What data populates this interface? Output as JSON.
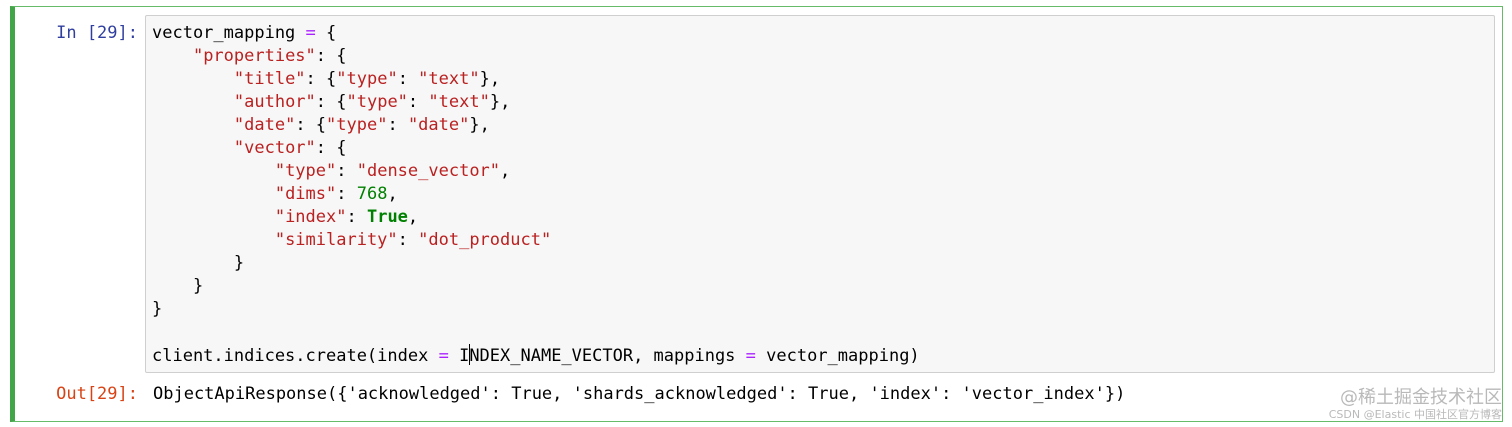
{
  "cell": {
    "in_prompt": "In [29]:",
    "out_prompt": "Out[29]:",
    "code_lines": [
      [
        [
          "plain",
          "vector_mapping "
        ],
        [
          "op",
          "="
        ],
        [
          "plain",
          " {"
        ]
      ],
      [
        [
          "plain",
          "    "
        ],
        [
          "str",
          "\"properties\""
        ],
        [
          "plain",
          ": {"
        ]
      ],
      [
        [
          "plain",
          "        "
        ],
        [
          "str",
          "\"title\""
        ],
        [
          "plain",
          ": {"
        ],
        [
          "str",
          "\"type\""
        ],
        [
          "plain",
          ": "
        ],
        [
          "str",
          "\"text\""
        ],
        [
          "plain",
          "},"
        ]
      ],
      [
        [
          "plain",
          "        "
        ],
        [
          "str",
          "\"author\""
        ],
        [
          "plain",
          ": {"
        ],
        [
          "str",
          "\"type\""
        ],
        [
          "plain",
          ": "
        ],
        [
          "str",
          "\"text\""
        ],
        [
          "plain",
          "},"
        ]
      ],
      [
        [
          "plain",
          "        "
        ],
        [
          "str",
          "\"date\""
        ],
        [
          "plain",
          ": {"
        ],
        [
          "str",
          "\"type\""
        ],
        [
          "plain",
          ": "
        ],
        [
          "str",
          "\"date\""
        ],
        [
          "plain",
          "},"
        ]
      ],
      [
        [
          "plain",
          "        "
        ],
        [
          "str",
          "\"vector\""
        ],
        [
          "plain",
          ": {"
        ]
      ],
      [
        [
          "plain",
          "            "
        ],
        [
          "str",
          "\"type\""
        ],
        [
          "plain",
          ": "
        ],
        [
          "str",
          "\"dense_vector\""
        ],
        [
          "plain",
          ","
        ]
      ],
      [
        [
          "plain",
          "            "
        ],
        [
          "str",
          "\"dims\""
        ],
        [
          "plain",
          ": "
        ],
        [
          "num",
          "768"
        ],
        [
          "plain",
          ","
        ]
      ],
      [
        [
          "plain",
          "            "
        ],
        [
          "str",
          "\"index\""
        ],
        [
          "plain",
          ": "
        ],
        [
          "kw",
          "True"
        ],
        [
          "plain",
          ","
        ]
      ],
      [
        [
          "plain",
          "            "
        ],
        [
          "str",
          "\"similarity\""
        ],
        [
          "plain",
          ": "
        ],
        [
          "str",
          "\"dot_product\""
        ]
      ],
      [
        [
          "plain",
          "        }"
        ]
      ],
      [
        [
          "plain",
          "    }"
        ]
      ],
      [
        [
          "plain",
          "}"
        ]
      ],
      [
        [
          "plain",
          ""
        ]
      ],
      [
        [
          "plain",
          "client.indices.create(index "
        ],
        [
          "op",
          "="
        ],
        [
          "plain",
          " I"
        ],
        [
          "cursor",
          ""
        ],
        [
          "plain",
          "NDEX_NAME_VECTOR, mappings "
        ],
        [
          "op",
          "="
        ],
        [
          "plain",
          " vector_mapping)"
        ]
      ]
    ],
    "output_text": "ObjectApiResponse({'acknowledged': True, 'shards_acknowledged': True, 'index': 'vector_index'})"
  },
  "watermark": {
    "line1": "@稀土掘金技术社区",
    "line2": "CSDN @Elastic 中国社区官方博客"
  },
  "colors": {
    "cell_border": "#42a548",
    "in_prompt": "#303f9f",
    "out_prompt": "#d84315",
    "operator": "#aa22ff",
    "string": "#ba2121",
    "number": "#008000",
    "keyword": "#008000",
    "input_bg": "#f7f7f7"
  }
}
